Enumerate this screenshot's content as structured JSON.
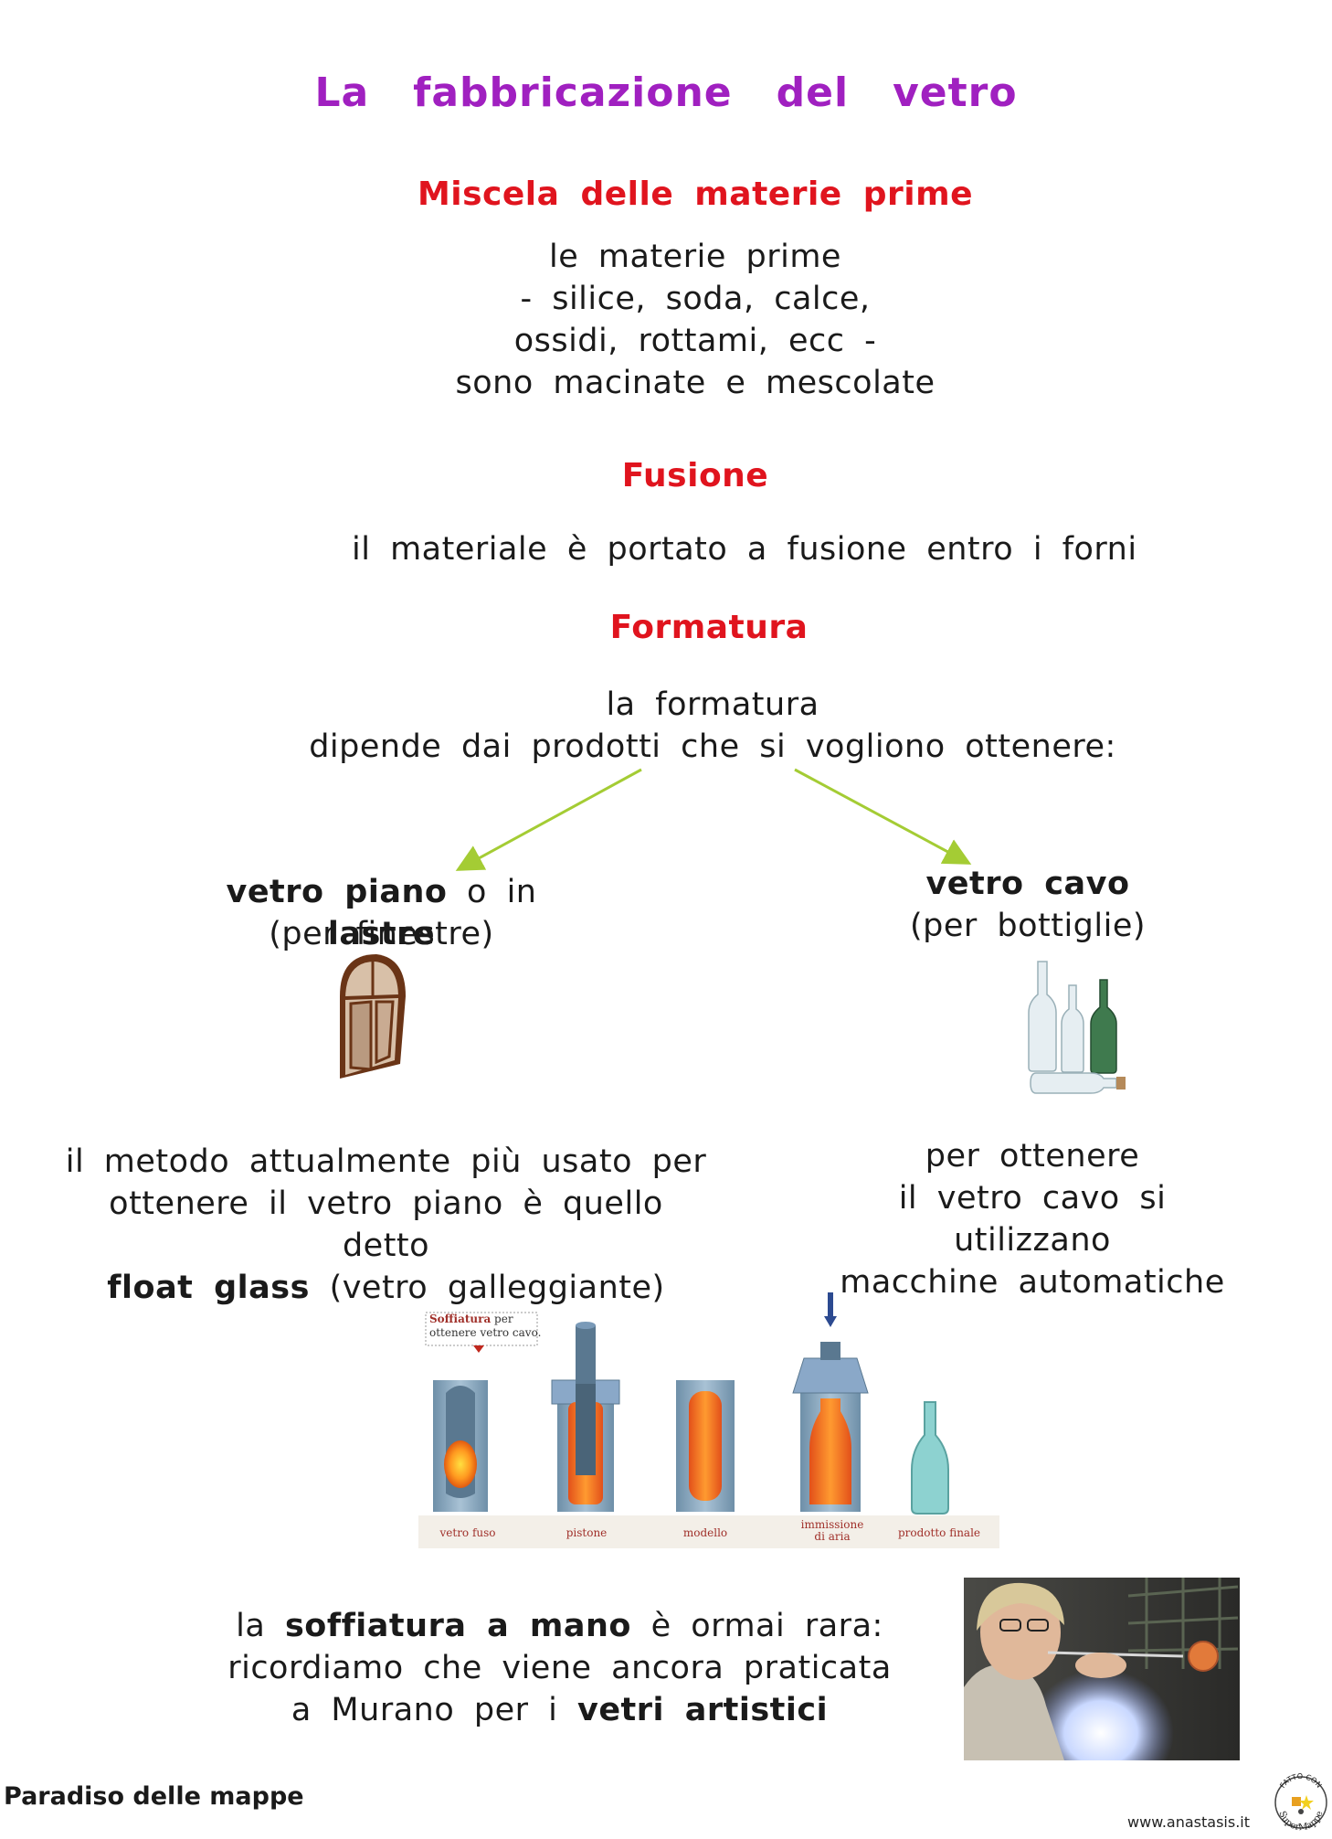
{
  "title": [
    "La",
    "fabbricazione",
    "del",
    "vetro"
  ],
  "section1": {
    "heading": "Miscela  delle  materie  prime",
    "lines": [
      "le  materie  prime",
      "-  silice,  soda,  calce,",
      "ossidi,  rottami,  ecc  -",
      "sono  macinate  e  mescolate"
    ]
  },
  "section2": {
    "heading": "Fusione",
    "text": "il  materiale  è  portato  a  fusione  entro  i  forni"
  },
  "section3": {
    "heading": "Formatura",
    "line1": "la  formatura",
    "line2": "dipende  dai  prodotti  che  si  vogliono  ottenere:"
  },
  "left_branch": {
    "title_a": "vetro  piano",
    "title_b": " o  in  ",
    "title_c": "lastre",
    "subtitle": "(per  finestre)",
    "desc_line1": "il  metodo  attualmente  più  usato  per",
    "desc_line2": "ottenere  il  vetro  piano  è  quello  detto",
    "desc_bold": "float  glass",
    "desc_rest": "  (vetro  galleggiante)",
    "icon": "window-icon"
  },
  "right_branch": {
    "title": "vetro  cavo",
    "subtitle": "(per  bottiglie)",
    "desc_lines": [
      "per  ottenere",
      "il  vetro  cavo  si  utilizzano",
      "macchine  automatiche"
    ],
    "icon": "bottles-icon"
  },
  "diagram": {
    "callout_bold": "Soffiatura",
    "callout_rest": " per",
    "callout_line2": "ottenere vetro cavo.",
    "labels": [
      "vetro fuso",
      "pistone",
      "modello",
      "immissione",
      "di aria",
      "prodotto finale"
    ]
  },
  "bottom": {
    "l1_a": "la  ",
    "l1_b": "soffiatura  a  mano",
    "l1_c": "  è  ormai  rara:",
    "l2": "ricordiamo  che  viene  ancora  praticata",
    "l3_a": "a  Murano  per  i  ",
    "l3_b": "vetri  artistici",
    "photo_icon": "glassblower-photo"
  },
  "footer": {
    "left": "Paradiso delle mappe",
    "right": "www.anastasis.it",
    "badge_top": "FATTO CON",
    "badge_bottom": "SuperMappe"
  },
  "colors": {
    "title": "#a020c0",
    "heading": "#e0141e",
    "arrow": "#a4cc34"
  }
}
